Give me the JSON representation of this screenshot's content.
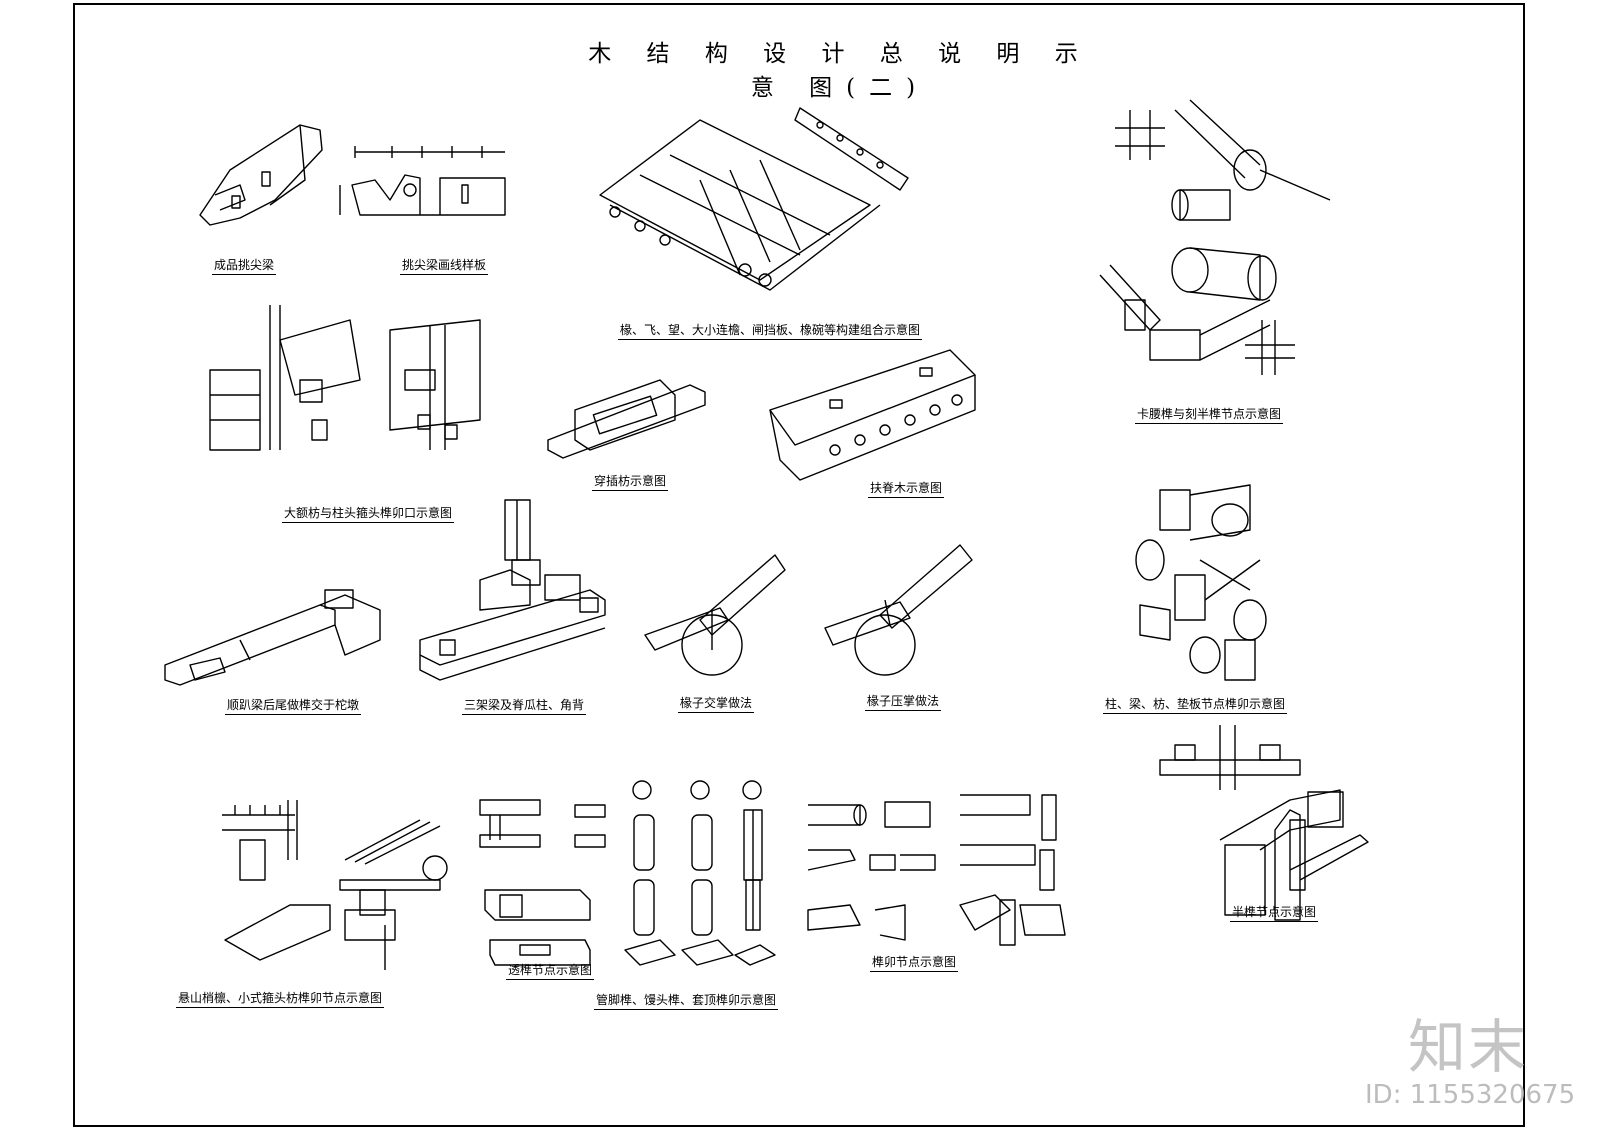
{
  "sheet": {
    "title": "木 结 构 设 计 总 说 明 示 意 图(二)",
    "captions": [
      "成品挑尖梁",
      "挑尖梁画线样板",
      "椽、飞、望、大小连檐、闸挡板、橡碗等构建组合示意图",
      "卡腰榫与刻半榫节点示意图",
      "大额枋与柱头箍头榫卯口示意图",
      "穿插枋示意图",
      "扶脊木示意图",
      "顺趴梁后尾做榫交于柁墩",
      "三架梁及脊瓜柱、角背",
      "椽子交掌做法",
      "椽子压掌做法",
      "柱、梁、枋、垫板节点榫卯示意图",
      "半榫节点示意图",
      "悬山梢檩、小式箍头枋榫卯节点示意图",
      "透榫节点示意图",
      "榫卯节点示意图",
      "管脚榫、馒头榫、套顶榫卯示意图"
    ]
  },
  "watermark": {
    "brand": "知末",
    "image_id": "ID: 1155320675"
  }
}
